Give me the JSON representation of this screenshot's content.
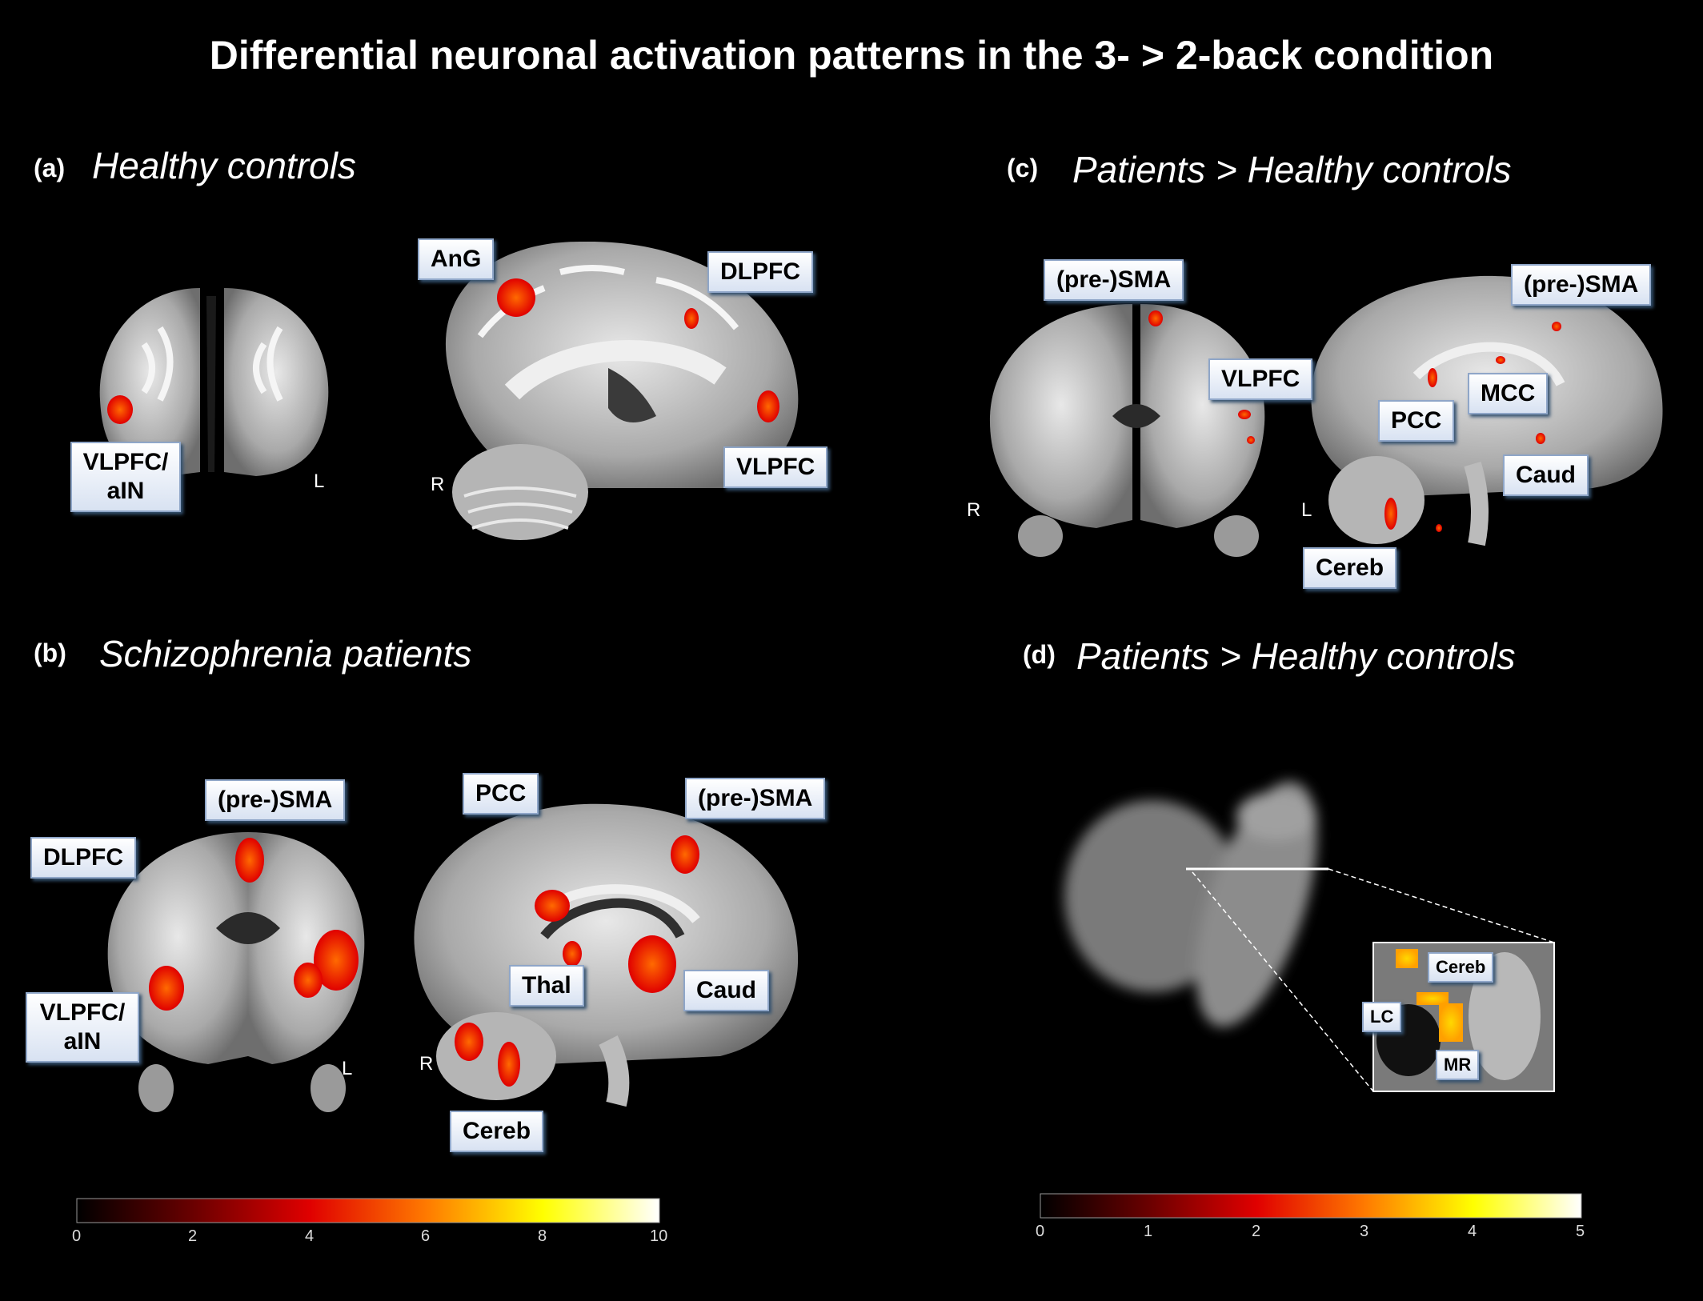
{
  "title": "Differential neuronal activation patterns in the 3- > 2-back condition",
  "panels": {
    "a": {
      "letter": "(a)",
      "title": "Healthy controls",
      "labels": [
        "AnG",
        "DLPFC",
        "VLPFC/\naIN",
        "VLPFC"
      ],
      "orient": [
        "L",
        "R"
      ]
    },
    "b": {
      "letter": "(b)",
      "title": "Schizophrenia patients",
      "labels": [
        "(pre-)SMA",
        "DLPFC",
        "VLPFC/\naIN",
        "PCC",
        "(pre-)SMA",
        "Thal",
        "Caud",
        "Cereb"
      ],
      "orient": [
        "L",
        "R"
      ]
    },
    "c": {
      "letter": "(c)",
      "title": "Patients > Healthy controls",
      "labels": [
        "(pre-)SMA",
        "VLPFC",
        "(pre-)SMA",
        "MCC",
        "PCC",
        "Caud",
        "Cereb"
      ],
      "orient": [
        "R",
        "L"
      ]
    },
    "d": {
      "letter": "(d)",
      "title": "Patients > Healthy controls",
      "labels": [
        "Cereb",
        "LC",
        "MR"
      ]
    }
  },
  "colorbars": [
    {
      "ticks": [
        "0",
        "2",
        "4",
        "6",
        "8",
        "10"
      ],
      "min": 0,
      "max": 10
    },
    {
      "ticks": [
        "0",
        "1",
        "2",
        "3",
        "4",
        "5"
      ],
      "min": 0,
      "max": 5
    }
  ],
  "colors": {
    "colormap": [
      "#000000",
      "#d40000",
      "#ff5a00",
      "#ffc800",
      "#ffff00",
      "#ffffff"
    ],
    "label_border": "#8fa6c8"
  }
}
